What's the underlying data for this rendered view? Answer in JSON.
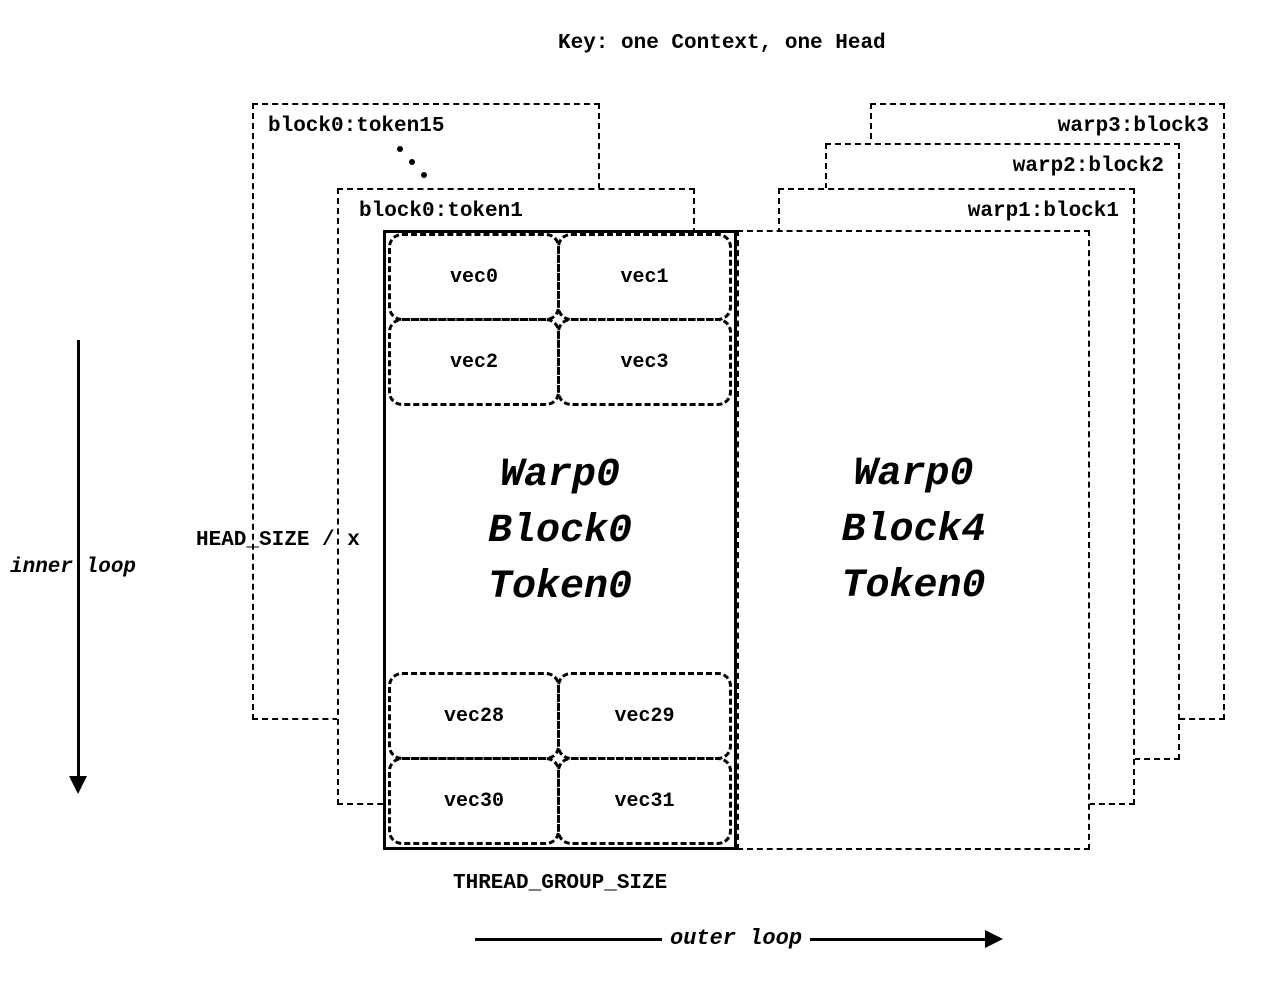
{
  "diagram": {
    "title": "Key: one Context, one Head",
    "token_stack": {
      "token15_label": "block0:token15",
      "token1_label": "block0:token1"
    },
    "warp_stack": {
      "warp3_label": "warp3:block3",
      "warp2_label": "warp2:block2",
      "warp1_label": "warp1:block1"
    },
    "block0": {
      "top_vecs": [
        "vec0",
        "vec1",
        "vec2",
        "vec3"
      ],
      "bottom_vecs": [
        "vec28",
        "vec29",
        "vec30",
        "vec31"
      ],
      "lines": [
        "Warp0",
        "Block0",
        "Token0"
      ]
    },
    "block4": {
      "lines": [
        "Warp0",
        "Block4",
        "Token0"
      ]
    },
    "axis_labels": {
      "head_size": "HEAD_SIZE / x",
      "inner_loop": "inner loop",
      "thread_group_size": "THREAD_GROUP_SIZE",
      "outer_loop": "outer loop"
    }
  }
}
